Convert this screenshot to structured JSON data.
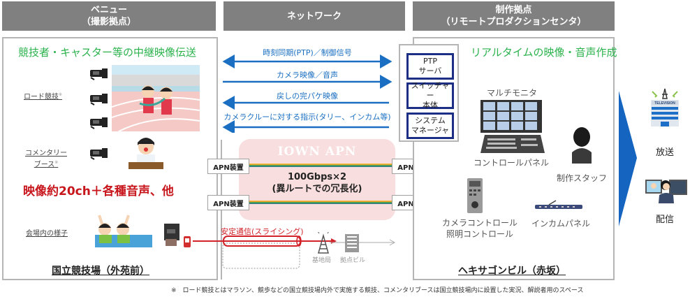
{
  "headers": {
    "venue": {
      "line1": "ベニュー",
      "line2": "（撮影拠点）"
    },
    "network": {
      "line1": "ネットワーク"
    },
    "production": {
      "line1": "制作拠点",
      "line2": "（リモートプロダクションセンタ）"
    }
  },
  "venue": {
    "heading": "競技者・キャスター等の中継映像伝送",
    "road_label": "ロード競技",
    "road_mark": "※",
    "commentary_label_1": "コメンタリー",
    "commentary_label_2": "ブース",
    "commentary_mark": "※",
    "summary": "映像約20ch＋各種音声、他",
    "crowd_label": "会場内の様子",
    "location": "国立競技場（外苑前）"
  },
  "network": {
    "arrows": [
      {
        "label": "時刻同期(PTP)／制御信号",
        "direction": "both"
      },
      {
        "label": "カメラ映像／音声",
        "direction": "right"
      },
      {
        "label": "戻しの完パケ映像",
        "direction": "left"
      },
      {
        "label": "カメラクルーに対する指示(タリー、インカム等)",
        "direction": "left"
      }
    ],
    "iown_title": "IOWN APN",
    "bandwidth_line1": "100Gbps×2",
    "bandwidth_line2": "(異ルートでの冗長化)",
    "apn_device": "APN装置",
    "slicing_label": "安定通信(スライシング)",
    "base_station": "基地局",
    "hub_building": "拠点ビル"
  },
  "production": {
    "heading": "リアルタイムの映像・音声作成",
    "boxes": [
      {
        "line1": "PTP",
        "line2": "サーバ"
      },
      {
        "line1": "スイッチャー",
        "line2": "本体"
      },
      {
        "line1": "システム",
        "line2": "マネージャ"
      }
    ],
    "multi_monitor": "マルチモニタ",
    "control_panel": "コントロールパネル",
    "staff": "制作スタッフ",
    "camera_control_1": "カメラコントロール",
    "camera_control_2": "照明コントロール",
    "intercom_panel": "インカムパネル",
    "location": "ヘキサゴンビル（赤坂）"
  },
  "outputs": {
    "broadcast": "放送",
    "tv_sign": "TELEVISION",
    "streaming": "配信"
  },
  "footnote": "※　ロード競技とはマラソン、競歩などの国立競技場内外で実施する競技、コメンタリブースは国立競技場内に設置した実況、解説者用のスペース",
  "colors": {
    "header_gray": "#808080",
    "green_heading": "#2bb24c",
    "arrow_blue": "#1a6fc2",
    "summary_red": "#c8161d",
    "box_navy": "#1c2f85",
    "apn_pink": "#f8dede",
    "big_arrow_blue": "#1565c0"
  }
}
